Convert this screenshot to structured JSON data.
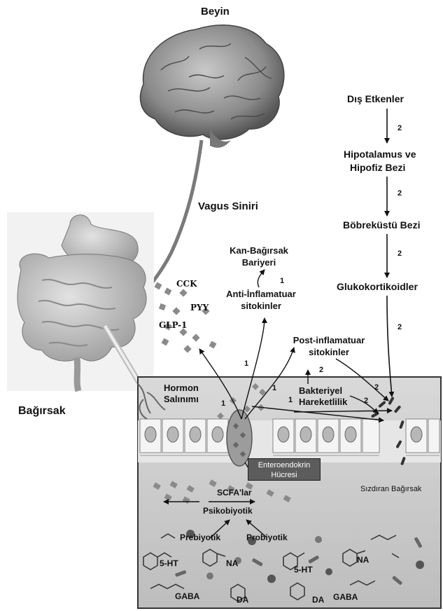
{
  "labels": {
    "brain": "Beyin",
    "vagus": "Vagus Siniri",
    "gut": "Bağırsak",
    "external": "Dış Etkenler",
    "hypothalamus_1": "Hipotalamus ve",
    "hypothalamus_2": "Hipofiz Bezi",
    "adrenal": "Böbreküstü Bezi",
    "glucocorticoids": "Glukokortikoidler",
    "barrier_1": "Kan-Bağırsak",
    "barrier_2": "Bariyeri",
    "anti_inflam_1": "Anti-İnflamatuar",
    "anti_inflam_2": "sitokinler",
    "post_inflam_1": "Post-inflamatuar",
    "post_inflam_2": "sitokinler",
    "hormone_1": "Hormon",
    "hormone_2": "Salınımı",
    "bacterial_1": "Bakteriyel",
    "bacterial_2": "Hareketlilik",
    "enteroendocrine_1": "Enteroendokrin",
    "enteroendocrine_2": "Hücresi",
    "leaky_gut": "Sızdıran Bağırsak",
    "scfa": "SCFA'lar",
    "psychobiotic": "Psikobiyotik",
    "prebiotic": "Prebiyotik",
    "probiotic": "Probiyotik",
    "cck": "CCK",
    "pyy": "PYY",
    "glp1": "GLP-1"
  },
  "neurotransmitters": {
    "ht1": "5-HT",
    "na1": "NA",
    "ht2": "5-HT",
    "na2": "NA",
    "gaba1": "GABA",
    "da1": "DA",
    "da2": "DA",
    "gaba2": "GABA"
  },
  "pathway_numbers": {
    "n2_a": "2",
    "n2_b": "2",
    "n2_c": "2",
    "n2_d": "2",
    "n2_e": "2",
    "n2_f": "2",
    "n2_g": "2",
    "n1_a": "1",
    "n1_b": "1",
    "n1_c": "1",
    "n1_d": "1",
    "n1_e": "1"
  }
}
